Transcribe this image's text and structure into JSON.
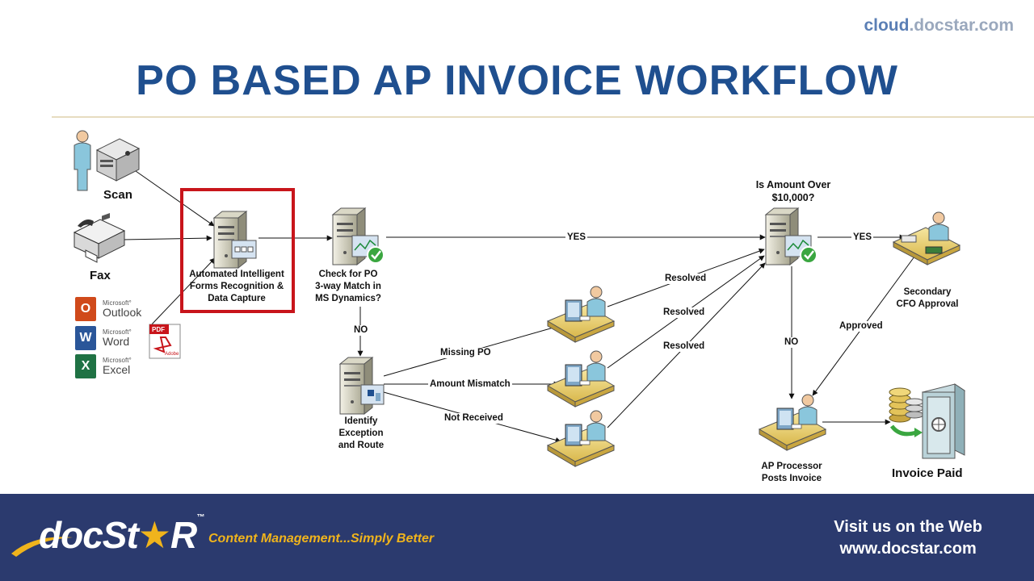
{
  "brand_top": {
    "part1": "cloud",
    "part2": ".docstar.com"
  },
  "title": "PO BASED AP INVOICE WORKFLOW",
  "sources": {
    "scan": "Scan",
    "fax": "Fax",
    "apps": [
      {
        "ms": "Microsoft°",
        "name": "Outlook",
        "letter": "O",
        "color": "#d04a1b"
      },
      {
        "ms": "Microsoft°",
        "name": "Word",
        "letter": "W",
        "color": "#2a5699"
      },
      {
        "ms": "Microsoft°",
        "name": "Excel",
        "letter": "X",
        "color": "#1f7244"
      }
    ],
    "pdf_label": "PDF",
    "adobe_label": "Adobe"
  },
  "nodes": {
    "capture": "Automated Intelligent\nForms Recognition &\nData Capture",
    "check_po": "Check for PO\n3-way Match in\nMS Dynamics?",
    "exception": "Identify\nException\nand Route",
    "amount_check": "Is Amount Over\n$10,000?",
    "cfo": "Secondary\nCFO Approval",
    "ap_processor": "AP Processor\nPosts Invoice",
    "paid": "Invoice Paid"
  },
  "edges": {
    "yes1": "YES",
    "yes2": "YES",
    "no1": "NO",
    "no2": "NO",
    "missing_po": "Missing PO",
    "amount_mismatch": "Amount Mismatch",
    "not_received": "Not Received",
    "resolved1": "Resolved",
    "resolved2": "Resolved",
    "resolved3": "Resolved",
    "approved": "Approved"
  },
  "footer": {
    "logo_part1": "docSt",
    "logo_star": "★",
    "logo_part2": "R",
    "logo_tm": "™",
    "tagline": "Content Management...Simply Better",
    "visit_line1": "Visit us on the Web",
    "visit_line2": "www.docstar.com"
  },
  "colors": {
    "title": "#1f4f8f",
    "highlight": "#c8151b",
    "footer": "#2b3a6e",
    "accent": "#f0b41c"
  }
}
